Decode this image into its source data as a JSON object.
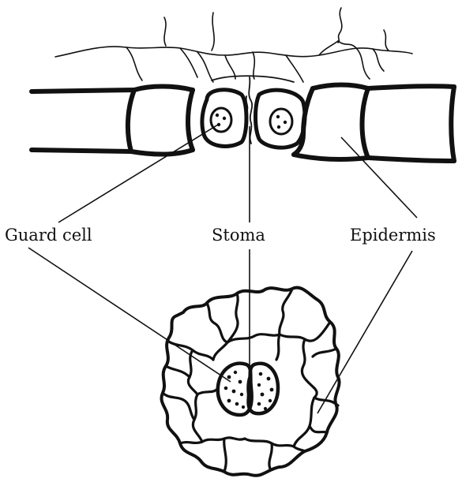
{
  "labels": {
    "guard_cell": "Guard cell",
    "stoma": "Stoma",
    "epidermis": "Epidermis"
  },
  "colors": {
    "ink": "#111111",
    "background": "#ffffff"
  }
}
